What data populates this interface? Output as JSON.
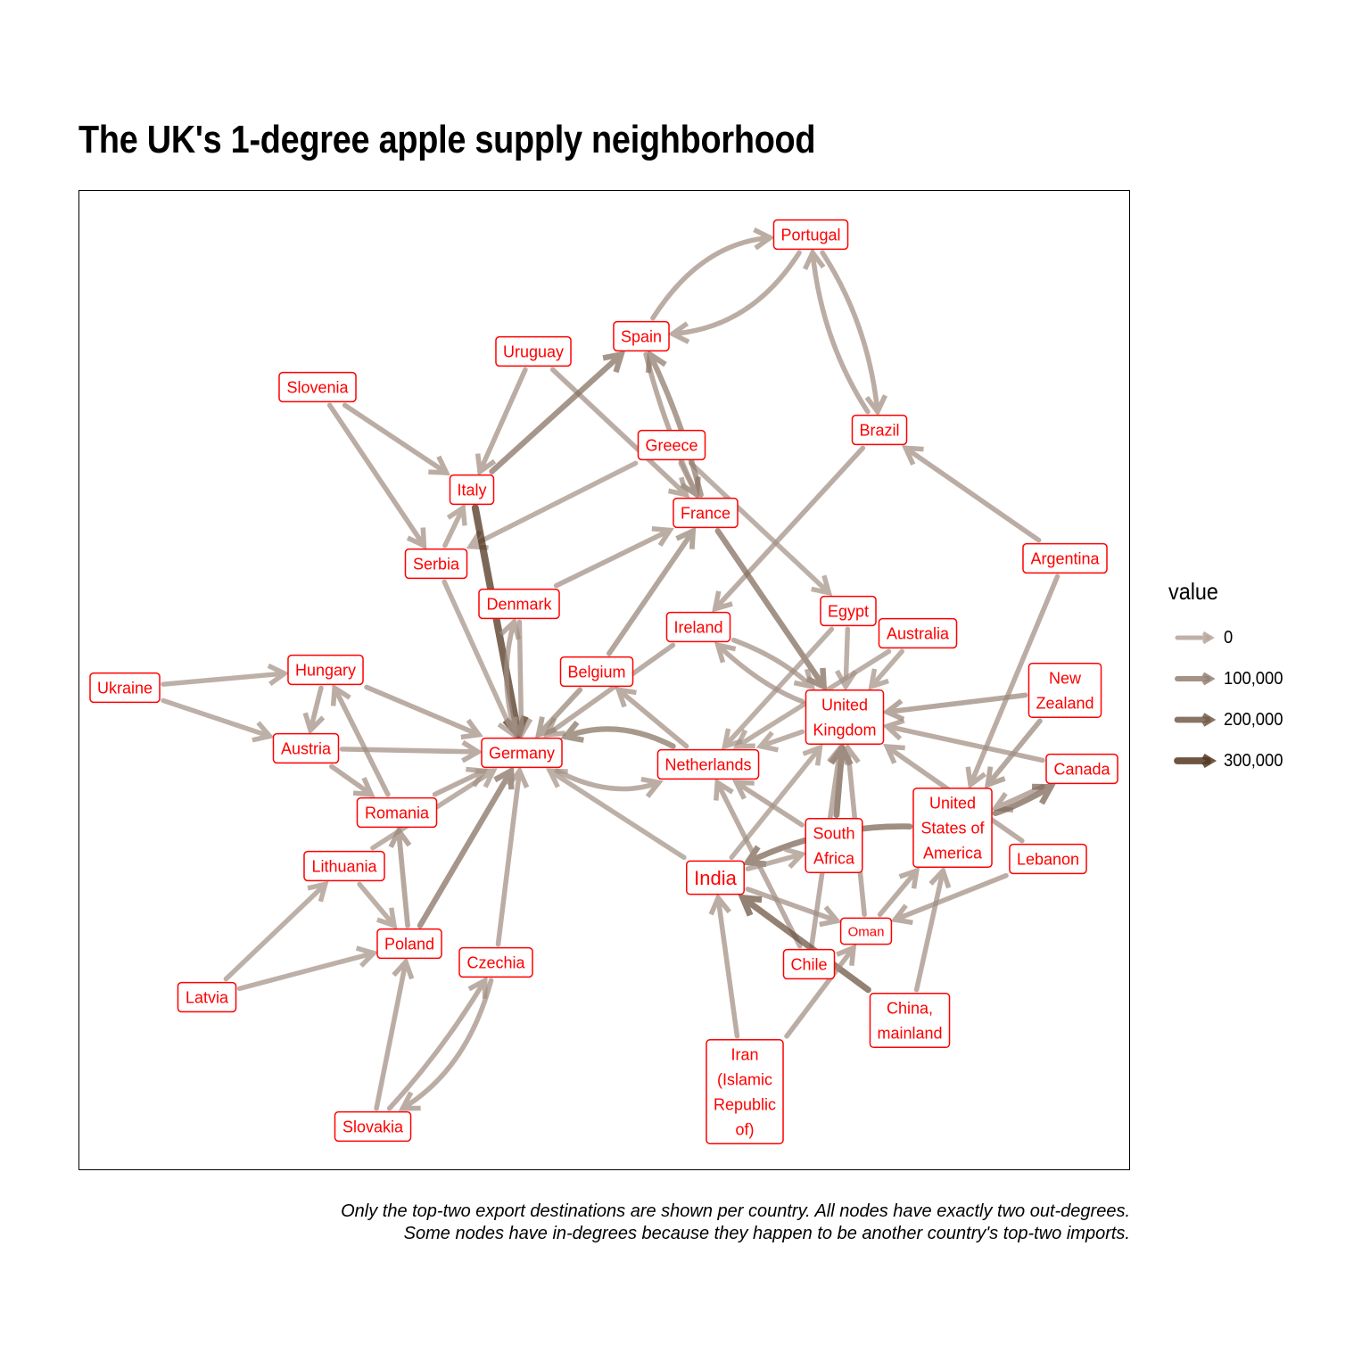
{
  "title": "The UK's 1-degree apple supply neighborhood",
  "caption": {
    "line1": "Only the top-two export destinations are shown per country. All nodes have exactly two out-degrees.",
    "line2": "Some nodes have in-degrees because they happen to be another country's top-two imports."
  },
  "legend": {
    "title": "value",
    "entries": [
      {
        "label": "0",
        "value": 0
      },
      {
        "label": "100,000",
        "value": 100000
      },
      {
        "label": "200,000",
        "value": 200000
      },
      {
        "label": "300,000",
        "value": 300000
      }
    ]
  },
  "colors": {
    "edge_low": "#b4a49a",
    "edge_high": "#4a2d16",
    "node_text": "#ff0000",
    "node_border": "#ff0000",
    "node_fill": "#ffffff"
  },
  "nodes": [
    {
      "id": "portugal",
      "label": "Portugal"
    },
    {
      "id": "spain",
      "label": "Spain"
    },
    {
      "id": "uruguay",
      "label": "Uruguay"
    },
    {
      "id": "slovenia",
      "label": "Slovenia"
    },
    {
      "id": "brazil",
      "label": "Brazil"
    },
    {
      "id": "greece",
      "label": "Greece"
    },
    {
      "id": "italy",
      "label": "Italy"
    },
    {
      "id": "france",
      "label": "France"
    },
    {
      "id": "serbia",
      "label": "Serbia"
    },
    {
      "id": "argentina",
      "label": "Argentina"
    },
    {
      "id": "denmark",
      "label": "Denmark"
    },
    {
      "id": "egypt",
      "label": "Egypt"
    },
    {
      "id": "ireland",
      "label": "Ireland"
    },
    {
      "id": "australia",
      "label": "Australia"
    },
    {
      "id": "hungary",
      "label": "Hungary"
    },
    {
      "id": "belgium",
      "label": "Belgium"
    },
    {
      "id": "ukraine",
      "label": "Ukraine"
    },
    {
      "id": "new_zealand",
      "label": "New\nZealand"
    },
    {
      "id": "united_kingdom",
      "label": "United\nKingdom"
    },
    {
      "id": "austria",
      "label": "Austria"
    },
    {
      "id": "germany",
      "label": "Germany"
    },
    {
      "id": "netherlands",
      "label": "Netherlands"
    },
    {
      "id": "canada",
      "label": "Canada"
    },
    {
      "id": "romania",
      "label": "Romania"
    },
    {
      "id": "usa",
      "label": "United\nStates of\nAmerica"
    },
    {
      "id": "south_africa",
      "label": "South\nAfrica"
    },
    {
      "id": "lithuania",
      "label": "Lithuania"
    },
    {
      "id": "india",
      "label": "India"
    },
    {
      "id": "lebanon",
      "label": "Lebanon"
    },
    {
      "id": "oman",
      "label": "Oman"
    },
    {
      "id": "poland",
      "label": "Poland"
    },
    {
      "id": "czechia",
      "label": "Czechia"
    },
    {
      "id": "chile",
      "label": "Chile"
    },
    {
      "id": "latvia",
      "label": "Latvia"
    },
    {
      "id": "china",
      "label": "China,\nmainland"
    },
    {
      "id": "iran",
      "label": "Iran\n(Islamic\nRepublic\nof)"
    },
    {
      "id": "slovakia",
      "label": "Slovakia"
    }
  ],
  "edges": [
    {
      "from": "portugal",
      "to": "spain",
      "value": 60000
    },
    {
      "from": "spain",
      "to": "portugal",
      "value": 60000
    },
    {
      "from": "portugal",
      "to": "brazil",
      "value": 60000
    },
    {
      "from": "brazil",
      "to": "portugal",
      "value": 60000
    },
    {
      "from": "spain",
      "to": "france",
      "value": 70000
    },
    {
      "from": "uruguay",
      "to": "italy",
      "value": 60000
    },
    {
      "from": "uruguay",
      "to": "france",
      "value": 60000
    },
    {
      "from": "slovenia",
      "to": "italy",
      "value": 60000
    },
    {
      "from": "slovenia",
      "to": "serbia",
      "value": 60000
    },
    {
      "from": "brazil",
      "to": "ireland",
      "value": 60000
    },
    {
      "from": "greece",
      "to": "serbia",
      "value": 50000
    },
    {
      "from": "greece",
      "to": "france",
      "value": 50000
    },
    {
      "from": "greece",
      "to": "egypt",
      "value": 50000
    },
    {
      "from": "italy",
      "to": "spain",
      "value": 150000
    },
    {
      "from": "italy",
      "to": "germany",
      "value": 330000
    },
    {
      "from": "france",
      "to": "spain",
      "value": 120000
    },
    {
      "from": "france",
      "to": "united_kingdom",
      "value": 160000
    },
    {
      "from": "serbia",
      "to": "italy",
      "value": 50000
    },
    {
      "from": "serbia",
      "to": "germany",
      "value": 50000
    },
    {
      "from": "argentina",
      "to": "brazil",
      "value": 60000
    },
    {
      "from": "argentina",
      "to": "usa",
      "value": 60000
    },
    {
      "from": "denmark",
      "to": "germany",
      "value": 60000
    },
    {
      "from": "denmark",
      "to": "france",
      "value": 60000
    },
    {
      "from": "egypt",
      "to": "united_kingdom",
      "value": 50000
    },
    {
      "from": "egypt",
      "to": "netherlands",
      "value": 50000
    },
    {
      "from": "ireland",
      "to": "united_kingdom",
      "value": 60000
    },
    {
      "from": "ireland",
      "to": "germany",
      "value": 60000
    },
    {
      "from": "australia",
      "to": "united_kingdom",
      "value": 50000
    },
    {
      "from": "australia",
      "to": "netherlands",
      "value": 50000
    },
    {
      "from": "hungary",
      "to": "austria",
      "value": 60000
    },
    {
      "from": "hungary",
      "to": "germany",
      "value": 60000
    },
    {
      "from": "belgium",
      "to": "germany",
      "value": 90000
    },
    {
      "from": "belgium",
      "to": "france",
      "value": 90000
    },
    {
      "from": "ukraine",
      "to": "hungary",
      "value": 50000
    },
    {
      "from": "ukraine",
      "to": "austria",
      "value": 50000
    },
    {
      "from": "new_zealand",
      "to": "united_kingdom",
      "value": 80000
    },
    {
      "from": "new_zealand",
      "to": "usa",
      "value": 80000
    },
    {
      "from": "united_kingdom",
      "to": "ireland",
      "value": 60000
    },
    {
      "from": "united_kingdom",
      "to": "netherlands",
      "value": 50000
    },
    {
      "from": "austria",
      "to": "germany",
      "value": 60000
    },
    {
      "from": "austria",
      "to": "romania",
      "value": 60000
    },
    {
      "from": "germany",
      "to": "denmark",
      "value": 60000
    },
    {
      "from": "germany",
      "to": "netherlands",
      "value": 60000
    },
    {
      "from": "netherlands",
      "to": "germany",
      "value": 140000
    },
    {
      "from": "netherlands",
      "to": "belgium",
      "value": 60000
    },
    {
      "from": "canada",
      "to": "united_kingdom",
      "value": 60000
    },
    {
      "from": "canada",
      "to": "usa",
      "value": 60000
    },
    {
      "from": "romania",
      "to": "hungary",
      "value": 60000
    },
    {
      "from": "romania",
      "to": "germany",
      "value": 60000
    },
    {
      "from": "usa",
      "to": "canada",
      "value": 180000
    },
    {
      "from": "usa",
      "to": "india",
      "value": 180000
    },
    {
      "from": "south_africa",
      "to": "united_kingdom",
      "value": 200000
    },
    {
      "from": "south_africa",
      "to": "netherlands",
      "value": 60000
    },
    {
      "from": "lithuania",
      "to": "germany",
      "value": 50000
    },
    {
      "from": "lithuania",
      "to": "poland",
      "value": 50000
    },
    {
      "from": "india",
      "to": "south_africa",
      "value": 50000
    },
    {
      "from": "india",
      "to": "oman",
      "value": 60000
    },
    {
      "from": "india",
      "to": "united_kingdom",
      "value": 50000
    },
    {
      "from": "india",
      "to": "germany",
      "value": 50000
    },
    {
      "from": "lebanon",
      "to": "oman",
      "value": 60000
    },
    {
      "from": "lebanon",
      "to": "united_kingdom",
      "value": 60000
    },
    {
      "from": "oman",
      "to": "united_kingdom",
      "value": 60000
    },
    {
      "from": "oman",
      "to": "usa",
      "value": 60000
    },
    {
      "from": "poland",
      "to": "romania",
      "value": 80000
    },
    {
      "from": "poland",
      "to": "germany",
      "value": 150000
    },
    {
      "from": "czechia",
      "to": "germany",
      "value": 60000
    },
    {
      "from": "czechia",
      "to": "slovakia",
      "value": 60000
    },
    {
      "from": "chile",
      "to": "netherlands",
      "value": 60000
    },
    {
      "from": "chile",
      "to": "united_kingdom",
      "value": 60000
    },
    {
      "from": "latvia",
      "to": "lithuania",
      "value": 50000
    },
    {
      "from": "latvia",
      "to": "poland",
      "value": 50000
    },
    {
      "from": "china",
      "to": "india",
      "value": 230000
    },
    {
      "from": "china",
      "to": "usa",
      "value": 60000
    },
    {
      "from": "iran",
      "to": "india",
      "value": 60000
    },
    {
      "from": "iran",
      "to": "oman",
      "value": 60000
    },
    {
      "from": "slovakia",
      "to": "poland",
      "value": 60000
    },
    {
      "from": "slovakia",
      "to": "czechia",
      "value": 60000
    }
  ]
}
